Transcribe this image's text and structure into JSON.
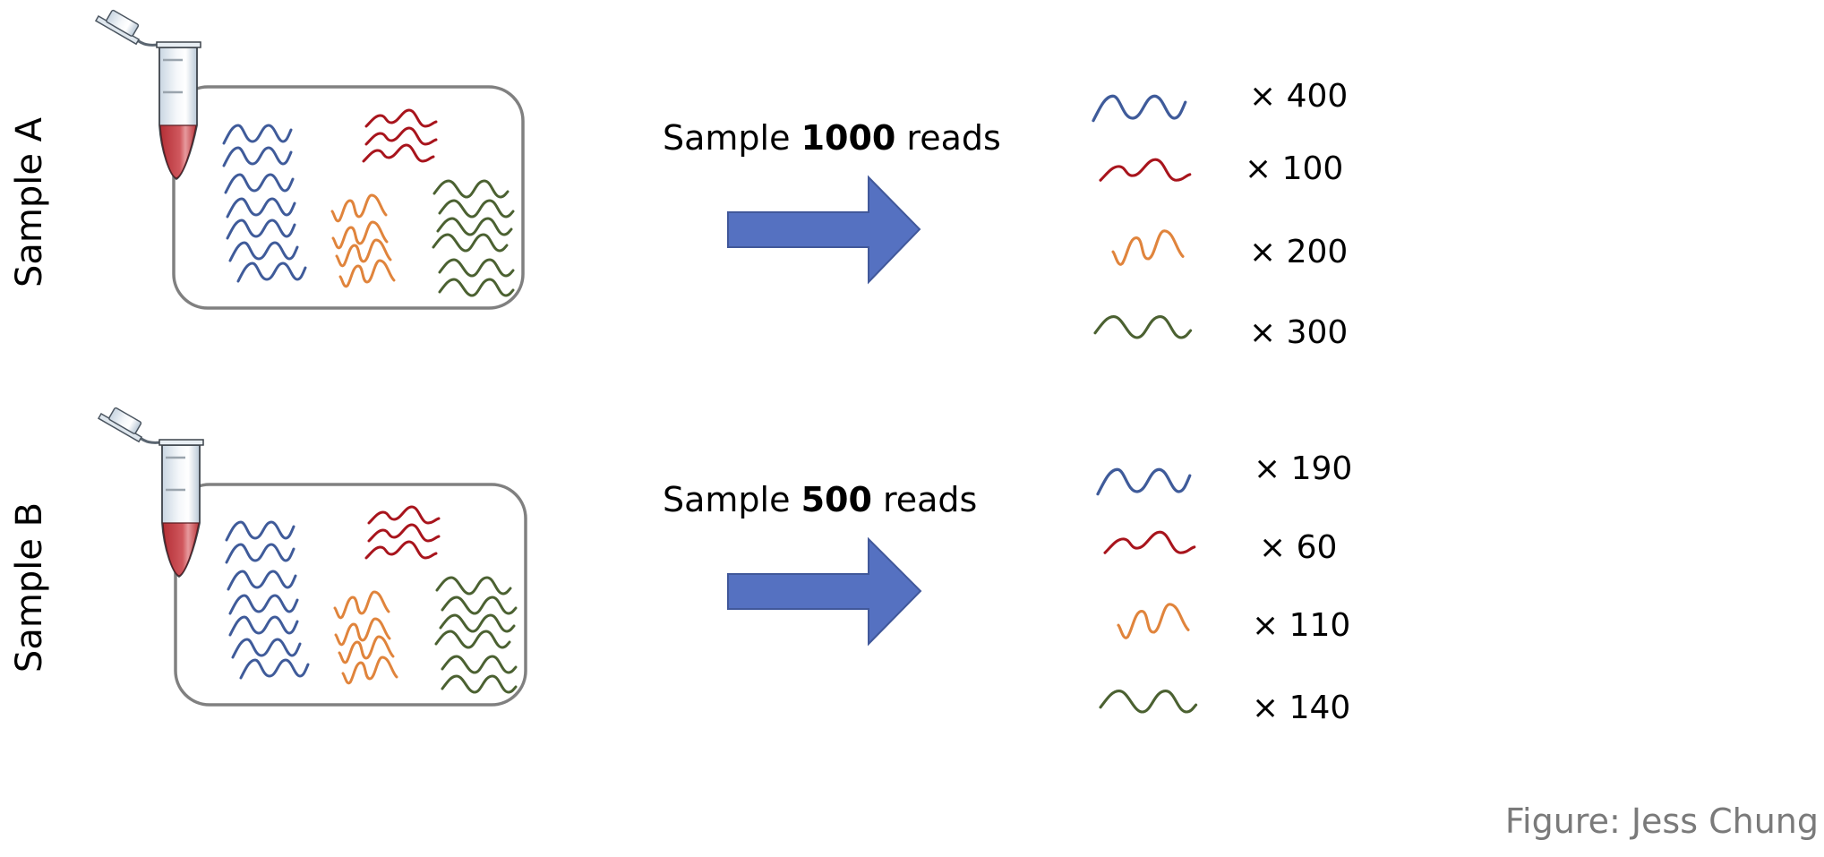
{
  "colors": {
    "species_1": "#3f5b9a",
    "species_2": "#a8141c",
    "species_3": "#e0843c",
    "species_4": "#4b6131",
    "arrow_fill": "#5571c1",
    "arrow_stroke": "#41589a",
    "box_stroke": "#808080",
    "liquid": "#c0393f",
    "credit": "#7a7a7a"
  },
  "samples": [
    {
      "label": "Sample A",
      "reads_prefix": "Sample ",
      "reads_count": "1000",
      "reads_suffix": " reads",
      "pool_counts": {
        "species_1": 7,
        "species_2": 3,
        "species_3": 4,
        "species_4": 6
      },
      "results": [
        {
          "species": "species_1",
          "icon": "wave-icon",
          "count_label": "× 400"
        },
        {
          "species": "species_2",
          "icon": "wave-icon",
          "count_label": "× 100"
        },
        {
          "species": "species_3",
          "icon": "wave-icon",
          "count_label": "× 200"
        },
        {
          "species": "species_4",
          "icon": "wave-icon",
          "count_label": "× 300"
        }
      ]
    },
    {
      "label": "Sample B",
      "reads_prefix": "Sample ",
      "reads_count": "500",
      "reads_suffix": " reads",
      "pool_counts": {
        "species_1": 7,
        "species_2": 3,
        "species_3": 4,
        "species_4": 6
      },
      "results": [
        {
          "species": "species_1",
          "icon": "wave-icon",
          "count_label": "× 190"
        },
        {
          "species": "species_2",
          "icon": "wave-icon",
          "count_label": "× 60"
        },
        {
          "species": "species_3",
          "icon": "wave-icon",
          "count_label": "× 110"
        },
        {
          "species": "species_4",
          "icon": "wave-icon",
          "count_label": "× 140"
        }
      ]
    }
  ],
  "credit": "Figure:  Jess Chung"
}
